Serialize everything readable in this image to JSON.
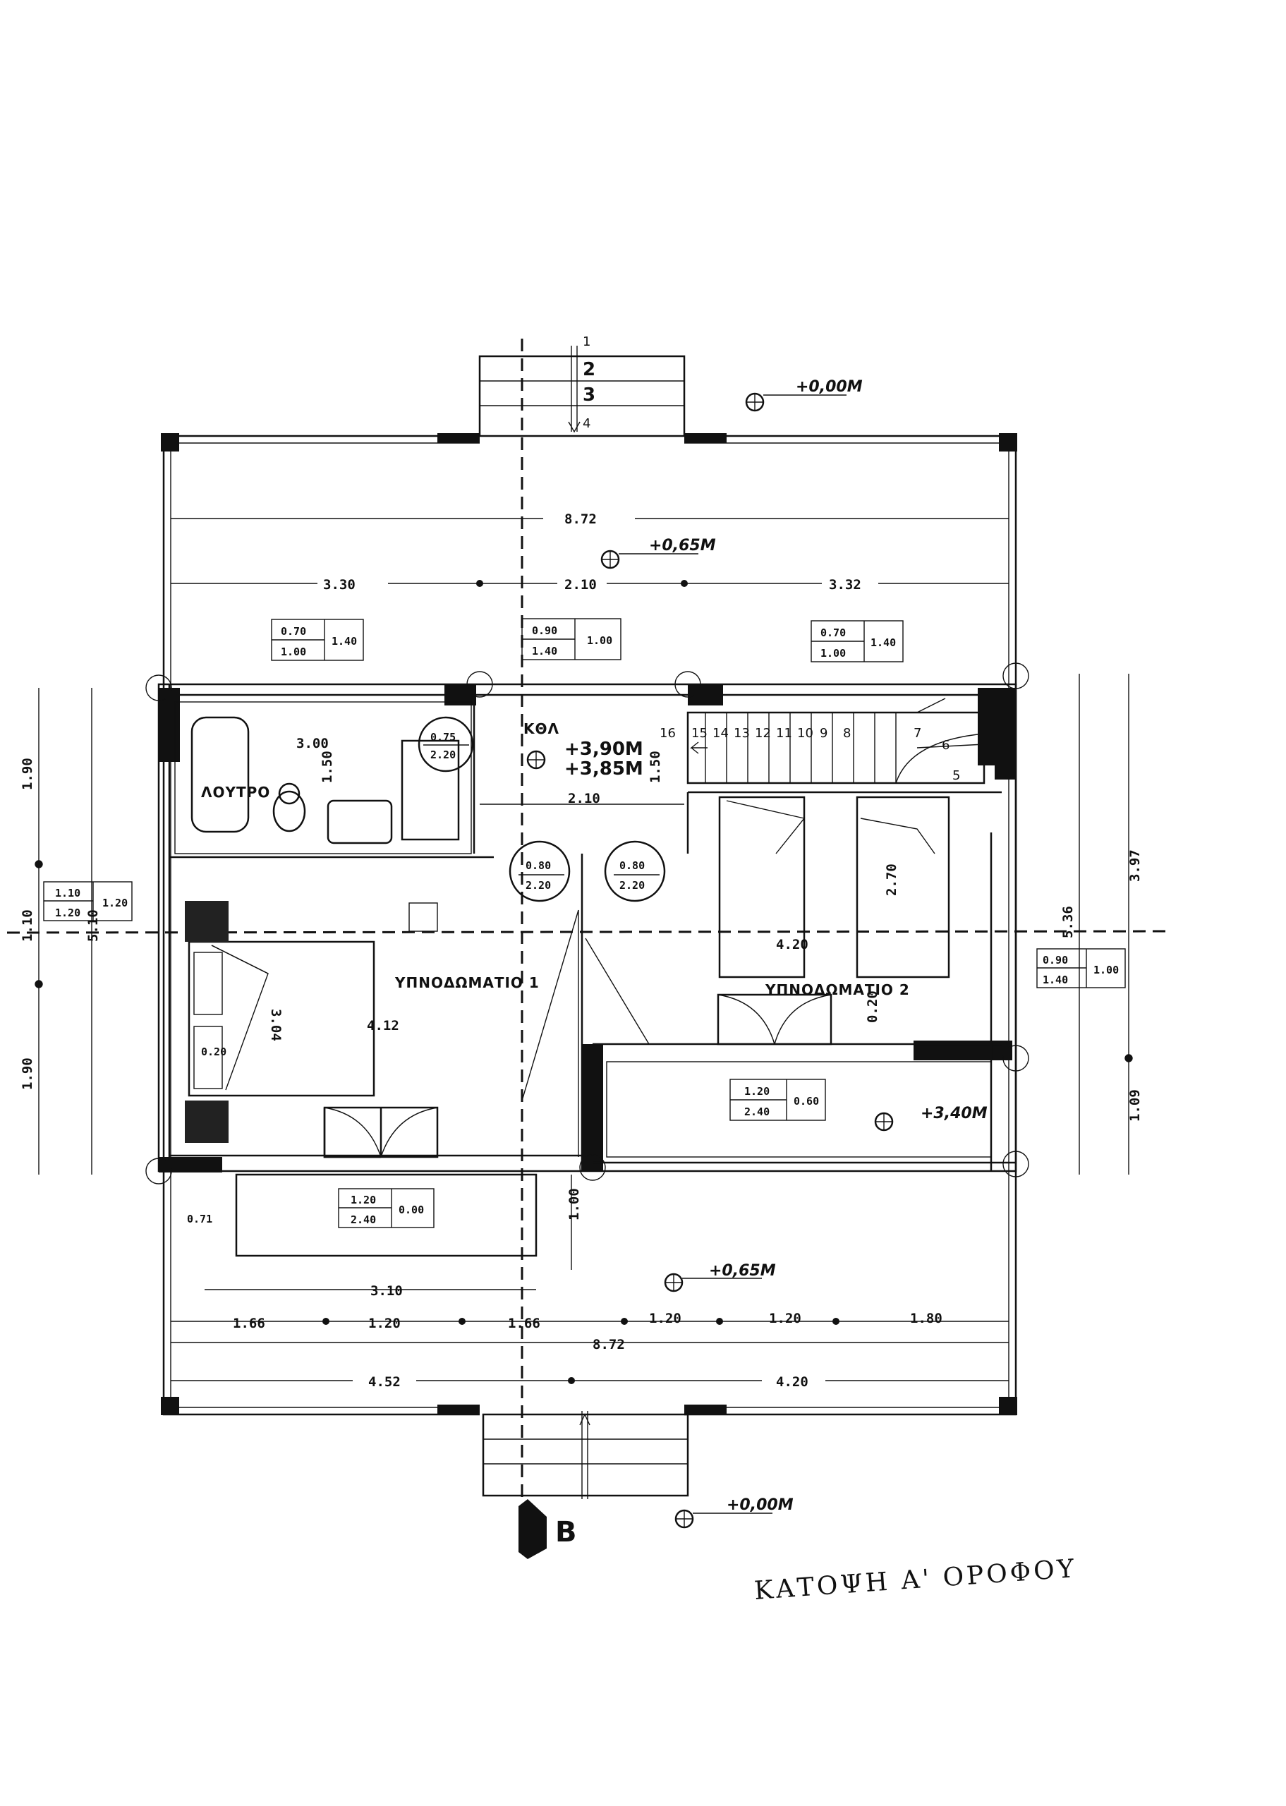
{
  "title": "ΚΑΤΟΨΗ Α' ΟΡΟΦΟΥ",
  "levels": {
    "entrance_top": "+0,00M",
    "terrace_top": "+0,65M",
    "landing_main": "+3,90M",
    "landing_sub": "+3,85M",
    "balcony": "+3,40M",
    "terrace_bottom": "+0,65M",
    "entrance_bottom": "+0,00M"
  },
  "rooms": {
    "bathroom": "ΛΟΥΤΡΟ",
    "bedroom1": "ΥΠΝΟΔΩΜΑΤΙΟ 1",
    "bedroom2": "ΥΠΝΟΔΩΜΑΤΙΟ 2",
    "wc": "ΚΘΛ"
  },
  "section_marker": "B",
  "top_steps": [
    "1",
    "2",
    "3",
    "4"
  ],
  "stair_steps": [
    "16",
    "15",
    "14",
    "13",
    "12",
    "11",
    "10",
    "9",
    "8",
    "7",
    "6",
    "5"
  ],
  "dims": {
    "total_top": "8.72",
    "top_left": "3.30",
    "top_mid": "2.10",
    "top_right": "3.32",
    "bath_w": "3.00",
    "bath_h": "1.50",
    "hall_w": "2.10",
    "hall_h": "1.50",
    "br1_h": "3.04",
    "br1_w": "4.12",
    "br1_small": "0.20",
    "br2_w": "4.20",
    "br2_h": "2.70",
    "br2_small": "0.20",
    "balc_w": "3.10",
    "balc_side": "0.71",
    "balc_h": "1.00",
    "bottom_1": "1.66",
    "bottom_2": "1.20",
    "bottom_3": "1.66",
    "bottom_4": "1.20",
    "bottom_5": "1.20",
    "bottom_6": "1.80",
    "total_bottom": "8.72",
    "bottom_left": "4.52",
    "bottom_right": "4.20",
    "left_top": "1.90",
    "left_mid": "1.10",
    "left_bot": "1.90",
    "left_full": "5.10",
    "right_full": "5.36",
    "right_top": "3.97",
    "right_bot": "1.09"
  },
  "window_boxes": [
    {
      "a": "0.70",
      "b": "1.00",
      "c": "1.40"
    },
    {
      "a": "0.90",
      "b": "1.40",
      "c": "1.00"
    },
    {
      "a": "0.70",
      "b": "1.00",
      "c": "1.40"
    },
    {
      "a": "1.10",
      "b": "1.20",
      "c": "1.20"
    },
    {
      "a": "0.90",
      "b": "1.40",
      "c": "1.00"
    },
    {
      "a": "1.20",
      "b": "2.40",
      "c": "0.60"
    },
    {
      "a": "1.20",
      "b": "2.40",
      "c": "0.00"
    }
  ],
  "door_boxes": [
    {
      "a": "0.75",
      "b": "2.20"
    },
    {
      "a": "0.80",
      "b": "2.20"
    },
    {
      "a": "0.80",
      "b": "2.20"
    }
  ]
}
